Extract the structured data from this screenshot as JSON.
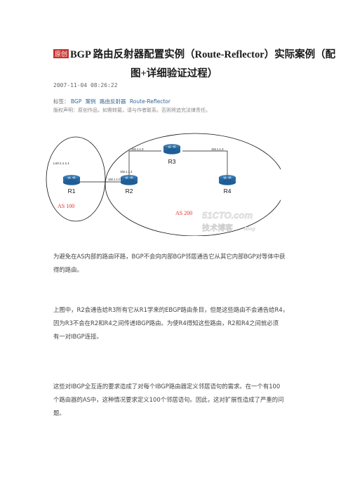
{
  "article": {
    "badge": "原创",
    "title_line1": "BGP 路由反射器配置实例（Route-Reflector）实际案例（配",
    "title_line2": "图+详细验证过程）",
    "date": "2007-11-04 08:26:22",
    "tags_label": "标签：",
    "tags": [
      "BGP",
      "案例",
      "路由反射器",
      "Route-Reflector"
    ],
    "copyright": "版权声明：原创作品，如需转载，请与作者联系。否则将追究法律责任。"
  },
  "diagram": {
    "routers": {
      "r1": "R1",
      "r2": "R2",
      "r3": "R3",
      "r4": "R4"
    },
    "labels": {
      "loopback": "Lo0:1.1.1.1",
      "r3_left": "192.1.1.3",
      "r2_up": "192.1.1.2",
      "r3_right": "194.1.1.3",
      "r1_r2": "192.1.1.0"
    },
    "as_labels": {
      "as100": "AS 100",
      "as200": "AS 200"
    },
    "watermark": {
      "line1": "51CTO.com",
      "line2": "技术博客",
      "line3": "Blog"
    }
  },
  "body": {
    "p1": [
      "为避免在AS内部的路由环路，BGP不会向内部BGP邻居通告它从其它内部BGP对等体中获",
      "得的路由。"
    ],
    "p2": [
      "上图中，R2会通告给R3所有它从R1学来的EBGP路由条目，但是这些路由不会通告给R4，",
      "因为R3不会在R2和R4之间传递IBGP路由。为使R4得知这些路由，R2和R4之间就必须",
      "有一对IBGP连接。"
    ],
    "p3": [
      "这些对IBGP全互连的要求造成了对每个IBGP路由器定义邻居语句的需求。在一个有100",
      "个路由器的AS中，这种情况要求定义100个邻居语句。因此，这对扩展性造成了严重的问",
      "题。"
    ]
  }
}
